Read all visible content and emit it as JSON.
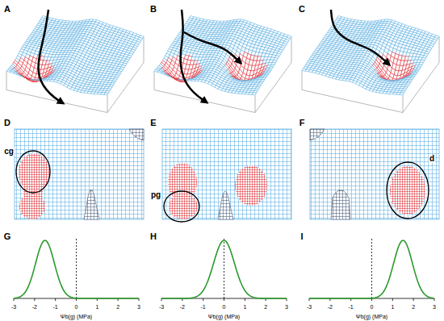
{
  "diagram": {
    "labels": [
      "A",
      "B",
      "C",
      "D",
      "cg",
      "E",
      "pg",
      "F",
      "d",
      "G",
      "H",
      "I",
      "-3",
      "-2",
      "-1",
      "0",
      "1",
      "2",
      "3",
      "Ψb(g) (MPa)",
      "-3",
      "-2",
      "-1",
      "0",
      "1",
      "2",
      "3",
      "Ψb(g) (MPa)",
      "-3",
      "-2",
      "-1",
      "0",
      "1",
      "2",
      "3",
      "Ψb(g) (MPa)"
    ]
  }
}
